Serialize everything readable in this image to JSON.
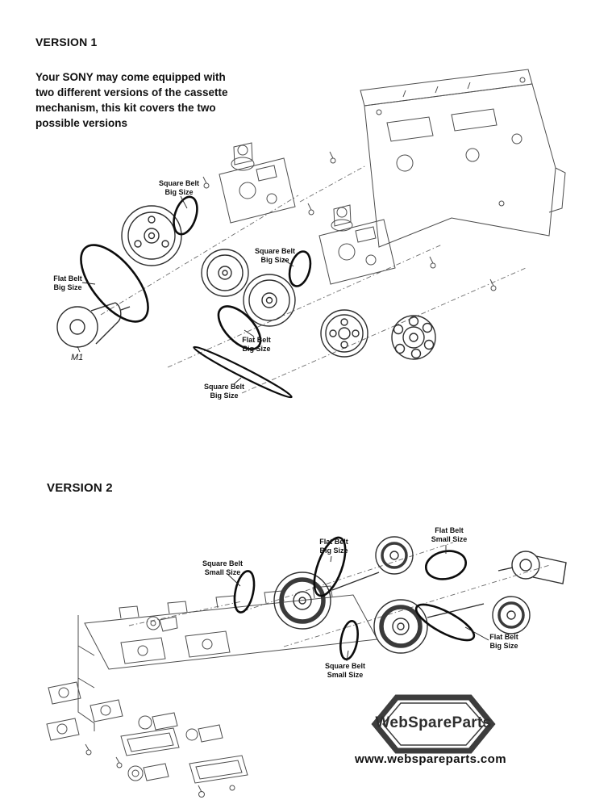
{
  "version1": {
    "heading": "VERSION 1",
    "description": "Your SONY may come equipped with\ntwo different versions of the cassette\nmechanism, this kit covers the two\npossible versions",
    "labels": [
      {
        "text": "Square Belt\nBig Size"
      },
      {
        "text": "Flat Belt\nBig Size"
      },
      {
        "text": "Square Belt\nBig Size"
      },
      {
        "text": "Flat Belt\nBig Size"
      },
      {
        "text": "Square Belt\nBig Size"
      }
    ],
    "motor_label": "M1"
  },
  "version2": {
    "heading": "VERSION 2",
    "labels": [
      {
        "text": "Square Belt\nSmall Size"
      },
      {
        "text": "Flat Belt\nBig Size"
      },
      {
        "text": "Flat Belt\nSmall Size"
      },
      {
        "text": "Flat Belt\nBig Size"
      },
      {
        "text": "Square Belt\nSmall Size"
      }
    ]
  },
  "branding": {
    "logo_text": "WebSpareParts",
    "website": "www.webspareparts.com"
  },
  "colors": {
    "line": "#4d4d4d",
    "belt": "#0c0c0c",
    "logo": "#3d3d3d",
    "background": "#ffffff"
  }
}
